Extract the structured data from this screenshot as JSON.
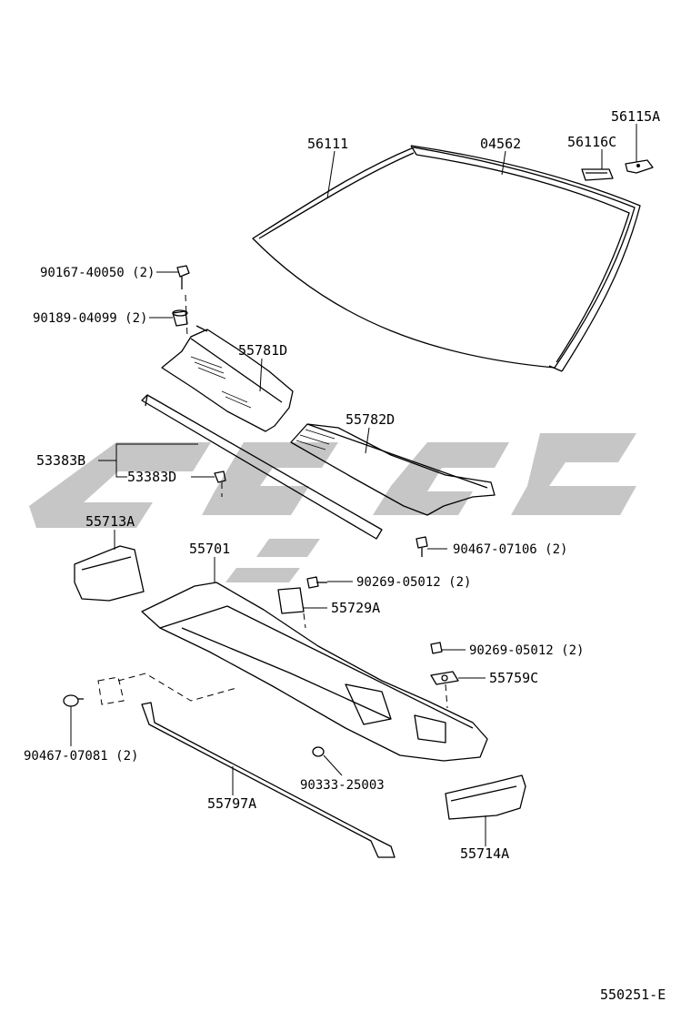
{
  "diagram": {
    "code": "550251-E",
    "parts": {
      "p56111": "56111",
      "p04562": "04562",
      "p56116C": "56116C",
      "p56115A": "56115A",
      "p90167": "90167-40050 (2)",
      "p90189": "90189-04099 (2)",
      "p55781D": "55781D",
      "p55782D": "55782D",
      "p53383B": "53383B",
      "p53383D": "53383D",
      "p55713A": "55713A",
      "p55701": "55701",
      "p90467_07106": "90467-07106 (2)",
      "p90269_a": "90269-05012 (2)",
      "p55729A": "55729A",
      "p90269_b": "90269-05012 (2)",
      "p55759C": "55759C",
      "p90467_07081": "90467-07081 (2)",
      "p90333": "90333-25003",
      "p55797A": "55797A",
      "p55714A": "55714A"
    }
  }
}
